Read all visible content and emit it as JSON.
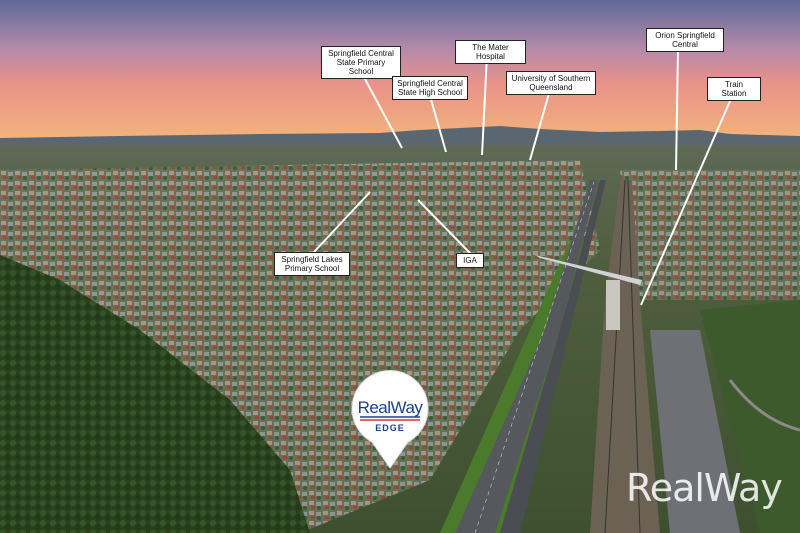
{
  "labels": {
    "springfield_central_primary": "Springfield Central\nState Primary School",
    "mater_hospital": "The Mater Hospital",
    "springfield_central_high": "Springfield Central\nState High School",
    "usq": "University of Southern\nQueensland",
    "orion": "Orion Springfield\nCentral",
    "train_station": "Train Station",
    "springfield_lakes_primary": "Springfield Lakes\nPrimary School",
    "iga": "IGA"
  },
  "pin": {
    "brand_top": "RealWay",
    "brand_bottom": "EDGE"
  },
  "watermark": "RealWay",
  "colors": {
    "sky_top": "#6a6f9a",
    "sky_pink": "#e98e8c",
    "sky_orange": "#f3b07a",
    "brand_blue": "#1d3f8f",
    "brand_red": "#d8323c"
  }
}
